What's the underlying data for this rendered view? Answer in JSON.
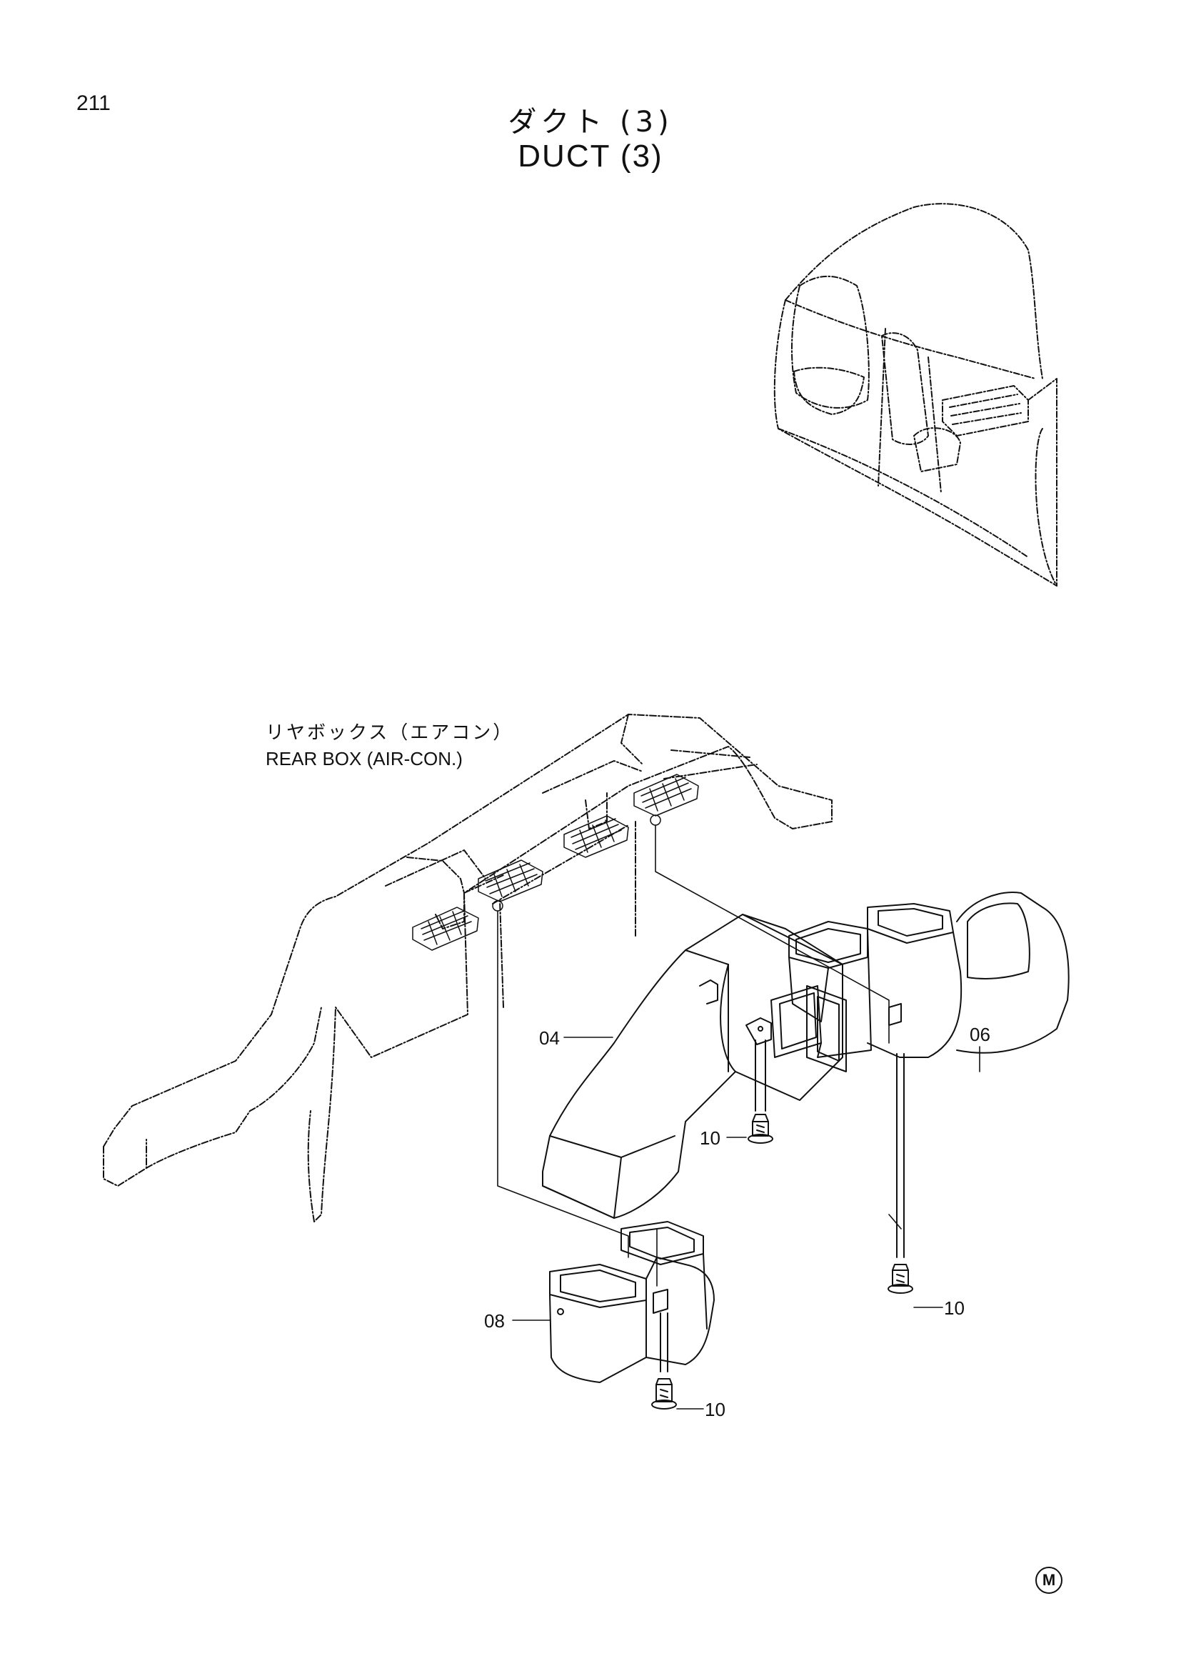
{
  "page_number": "211",
  "title_jp": "ダクト (3)",
  "title_en": "DUCT (3)",
  "reference_label": {
    "jp": "リヤボックス（エアコン）",
    "en": "REAR BOX (AIR-CON.)"
  },
  "callouts": [
    {
      "part": "04"
    },
    {
      "part": "06"
    },
    {
      "part": "08"
    },
    {
      "part": "10"
    },
    {
      "part": "10"
    },
    {
      "part": "10"
    }
  ],
  "corner_mark": "M"
}
